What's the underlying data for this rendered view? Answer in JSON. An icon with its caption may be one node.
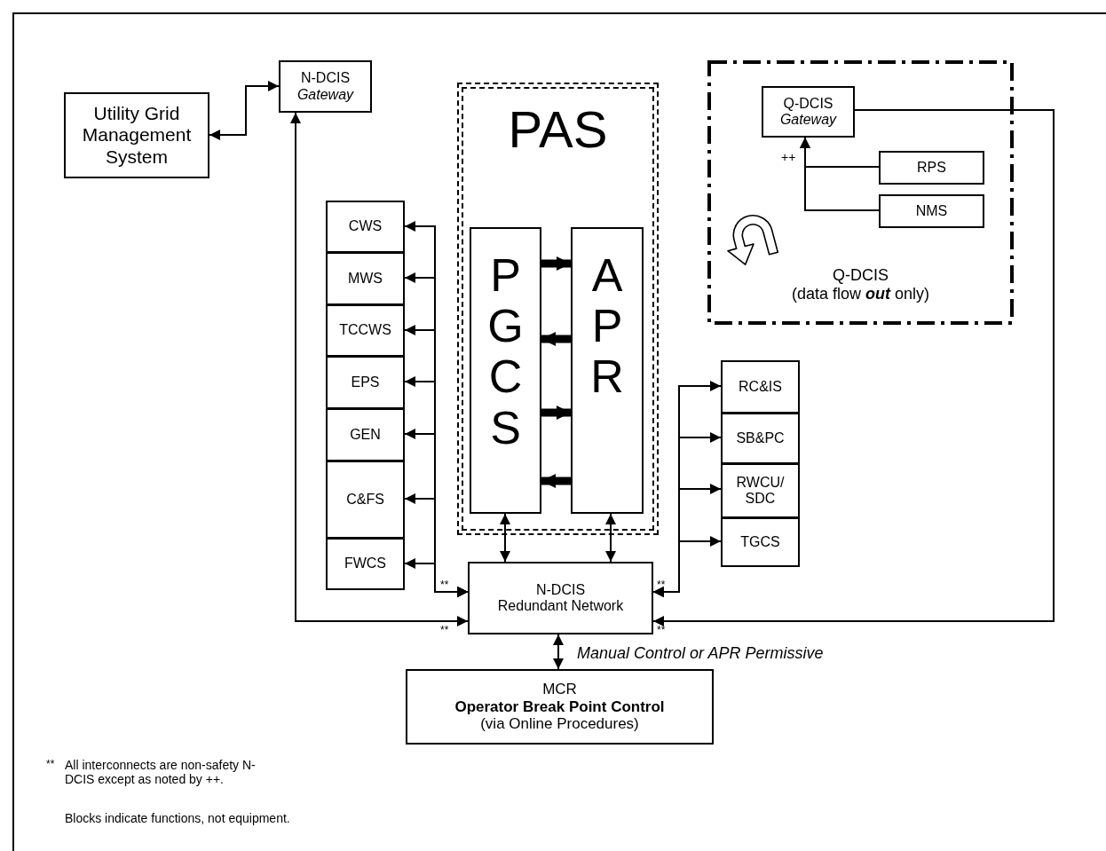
{
  "diagram": {
    "nodes": [
      {
        "text": [
          "Utility Grid Management System"
        ]
      },
      {
        "text": [
          "N-DCIS",
          "Gateway"
        ]
      },
      {
        "text": [
          "PAS"
        ]
      },
      {
        "text": [
          "PGCS"
        ],
        "in": 2
      },
      {
        "text": [
          "APR"
        ],
        "in": 2
      },
      {
        "text": [
          "Q-DCIS",
          "(data flow **out** only)"
        ]
      },
      {
        "text": [
          "Q-DCIS",
          "Gateway"
        ],
        "in": 5
      },
      {
        "text": [
          "RPS"
        ],
        "in": 5
      },
      {
        "text": [
          "NMS"
        ],
        "in": 5
      },
      {
        "text": [
          "CWS"
        ]
      },
      {
        "text": [
          "MWS"
        ]
      },
      {
        "text": [
          "TCCWS"
        ]
      },
      {
        "text": [
          "EPS"
        ]
      },
      {
        "text": [
          "GEN"
        ]
      },
      {
        "text": [
          "C&FS"
        ]
      },
      {
        "text": [
          "FWCS"
        ]
      },
      {
        "text": [
          "RC&IS"
        ]
      },
      {
        "text": [
          "SB&PC"
        ]
      },
      {
        "text": [
          "RWCU/ SDC"
        ]
      },
      {
        "text": [
          "TGCS"
        ]
      },
      {
        "text": [
          "N-DCIS",
          "Redundant Network"
        ]
      },
      {
        "text": [
          "MCR",
          "Operator Break Point Control",
          "(via Online Procedures)"
        ]
      }
    ],
    "edges": [
      {
        "from": 0,
        "to": 1,
        "arrow": "both"
      },
      {
        "from": 20,
        "to": 1,
        "arrow": "both"
      },
      {
        "from": 6,
        "to": 20,
        "arrow": "to"
      },
      {
        "from": 7,
        "to": 6,
        "arrow": "to",
        "label": "++"
      },
      {
        "from": 8,
        "to": 6,
        "arrow": "to"
      },
      {
        "from": 20,
        "to": 9,
        "arrow": "both"
      },
      {
        "from": 20,
        "to": 10,
        "arrow": "both"
      },
      {
        "from": 20,
        "to": 11,
        "arrow": "both"
      },
      {
        "from": 20,
        "to": 12,
        "arrow": "both"
      },
      {
        "from": 20,
        "to": 13,
        "arrow": "both"
      },
      {
        "from": 20,
        "to": 14,
        "arrow": "both"
      },
      {
        "from": 20,
        "to": 15,
        "arrow": "both"
      },
      {
        "from": 20,
        "to": 16,
        "arrow": "both"
      },
      {
        "from": 20,
        "to": 17,
        "arrow": "both"
      },
      {
        "from": 20,
        "to": 18,
        "arrow": "both"
      },
      {
        "from": 20,
        "to": 19,
        "arrow": "both"
      },
      {
        "from": 3,
        "to": 4,
        "arrow": "to",
        "style": "thick"
      },
      {
        "from": 4,
        "to": 3,
        "arrow": "to",
        "style": "thick"
      },
      {
        "from": 3,
        "to": 4,
        "arrow": "to",
        "style": "thick"
      },
      {
        "from": 4,
        "to": 3,
        "arrow": "to",
        "style": "thick"
      },
      {
        "from": 3,
        "to": 20,
        "arrow": "both"
      },
      {
        "from": 4,
        "to": 20,
        "arrow": "both"
      },
      {
        "from": 20,
        "to": 21,
        "arrow": "both",
        "label": "Manual Control or APR Permissive"
      }
    ],
    "labels": [
      "**",
      "**",
      "**",
      "**",
      "**",
      "All interconnects are non-safety N-DCIS except as noted by ++.",
      "Blocks indicate functions, not equipment."
    ]
  }
}
